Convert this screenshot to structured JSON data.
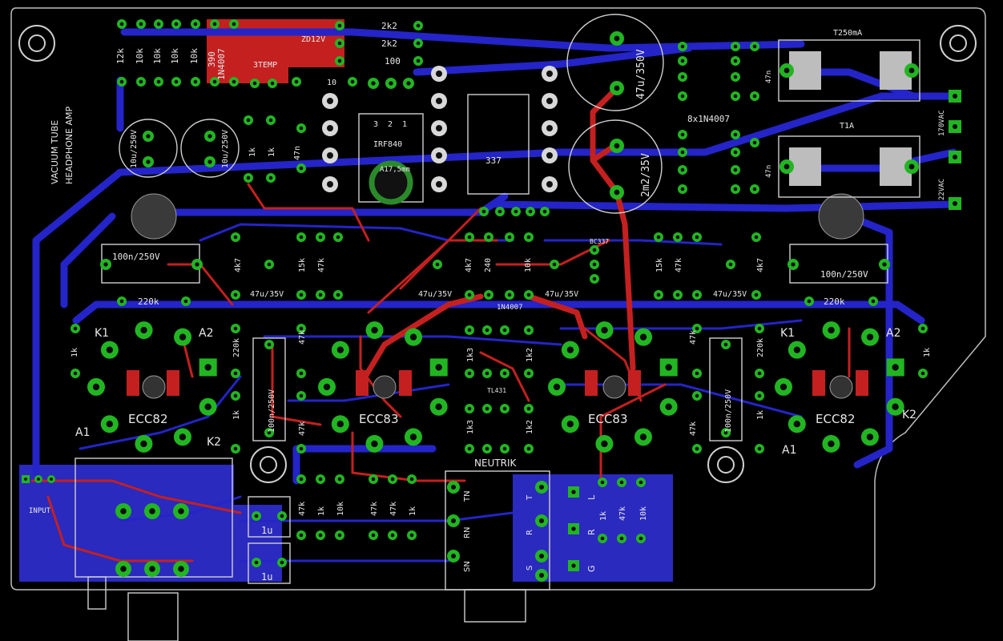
{
  "board": {
    "title_line1": "VACUUM TUBE",
    "title_line2": "HEADPHONE AMP"
  },
  "components": {
    "resistors_top_left": [
      "12k",
      "10k",
      "10k",
      "10k",
      "10k"
    ],
    "r_390": "390",
    "d_1n4007_a": "1N4007",
    "zener": "ZD12V",
    "r_2k2_a": "2k2",
    "r_2k2_b": "2k2",
    "r_100": "100",
    "r_10_top": "10",
    "temp_label": "3TEMP",
    "mosfet": "IRF840",
    "mosfet_pins": [
      "3",
      "2",
      "1"
    ],
    "heatsink": "A17,5mm",
    "reg": "337",
    "cap_10u_250v": "10u/250V",
    "cap_10u_250v_b": "10u/250V",
    "r_1k_a": "1k",
    "r_1k_b": "1k",
    "cap_47n": "47n",
    "cap_47u_350v": "47u/350V",
    "cap_2m2_35v": "2m2/35V",
    "diodes_label": "8x1N4007",
    "fuse_top": "T250mA",
    "fuse_bottom": "T1A",
    "vac_170": "170VAC",
    "vac_22": "22VAC",
    "cap_47n_a": "47n",
    "cap_47n_b": "47n",
    "cap_100n_250v_left": "100n/250V",
    "cap_100n_250v_right": "100n/250V",
    "r_220k_left": "220k",
    "r_220k_right": "220k",
    "r_4k7": "4k7",
    "r_15k": "15k",
    "r_47k": "47k",
    "r_240": "240",
    "r_10k": "10k",
    "cap_47u_35v": "47u/35V",
    "bc337": "BC337",
    "d_1n4007_b": "1N4007",
    "r_1k3": "1k3",
    "r_1k2": "1k2",
    "tl431": "TL431",
    "k1": "K1",
    "a2": "A2",
    "k2": "K2",
    "a1": "A1",
    "tube_left": "ECC82",
    "tube_mid_left": "ECC83",
    "tube_mid_right": "ECC83",
    "tube_right": "ECC82",
    "r_220k_v": "220k",
    "r_1k_v": "1k",
    "cap_100n_250v_v": "100n/250V",
    "r_47k_v": "47k",
    "neutrik": "NEUTRIK",
    "jack_pins": [
      "TN",
      "T",
      "RN",
      "R",
      "SN",
      "S"
    ],
    "input": "INPUT",
    "cap_1u_a": "1u",
    "cap_1u_b": "1u",
    "bottom_resistors": [
      "47k",
      "1k",
      "10k",
      "47k",
      "47k",
      "1k"
    ],
    "out_resistors": [
      "1k",
      "47k",
      "10k"
    ],
    "out_labels": [
      "L",
      "R",
      "G"
    ]
  },
  "colors": {
    "background": "#000000",
    "bottom_copper": "#2424c8",
    "top_copper": "#c42020",
    "pads": "#22b522",
    "silkscreen": "#cfcfcf"
  }
}
